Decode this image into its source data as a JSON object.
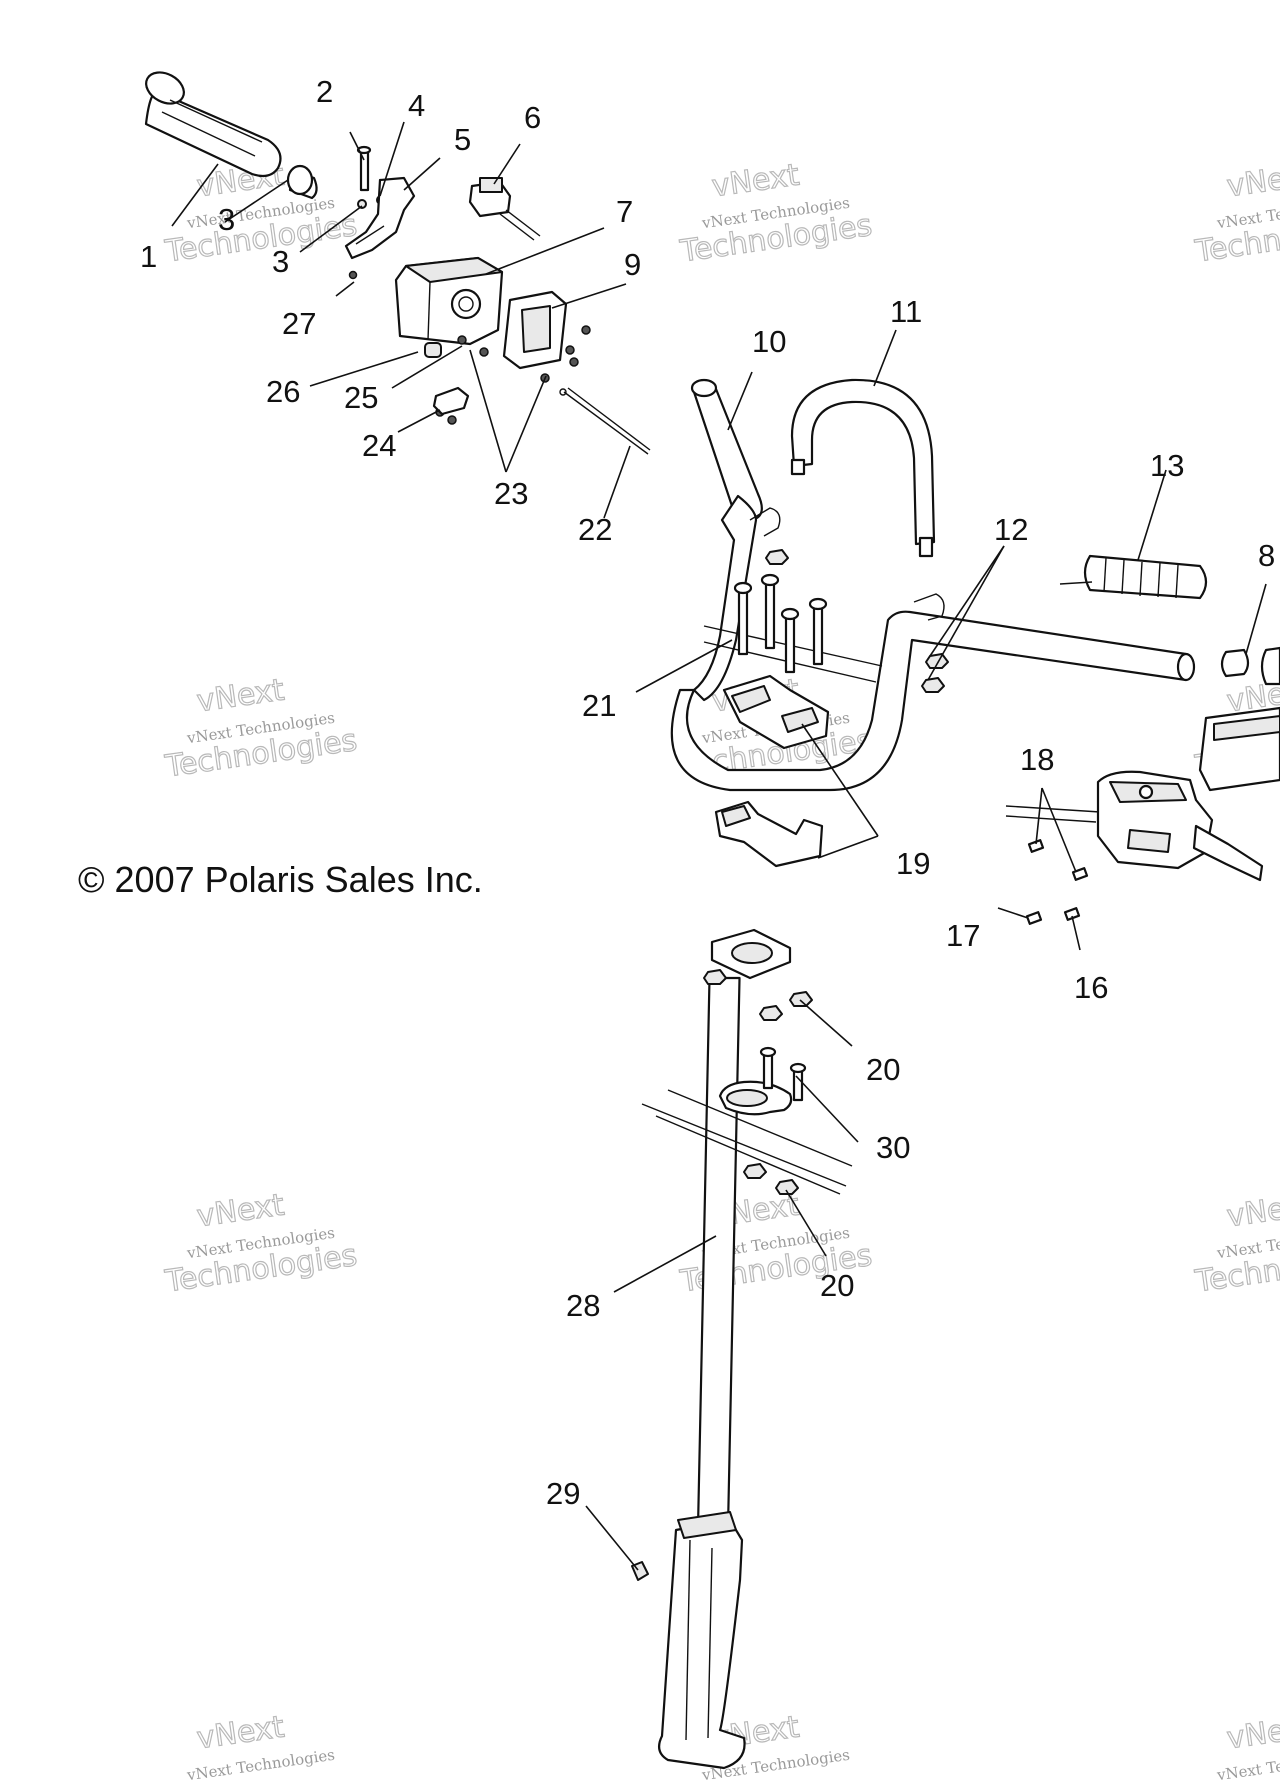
{
  "copyright": "© 2007 Polaris Sales Inc.",
  "watermark": {
    "line1": "vNext Technologies",
    "line2": "vNext",
    "line3": "Technologies"
  },
  "callouts": {
    "c1": "1",
    "c2": "2",
    "c3a": "3",
    "c3b": "3",
    "c4": "4",
    "c5": "5",
    "c6": "6",
    "c7": "7",
    "c8": "8",
    "c9": "9",
    "c10": "10",
    "c11": "11",
    "c12": "12",
    "c13": "13",
    "c16": "16",
    "c17": "17",
    "c18": "18",
    "c19": "19",
    "c20a": "20",
    "c20b": "20",
    "c21": "21",
    "c22": "22",
    "c23": "23",
    "c24": "24",
    "c25": "25",
    "c26": "26",
    "c27": "27",
    "c28": "28",
    "c29": "29",
    "c30": "30"
  }
}
